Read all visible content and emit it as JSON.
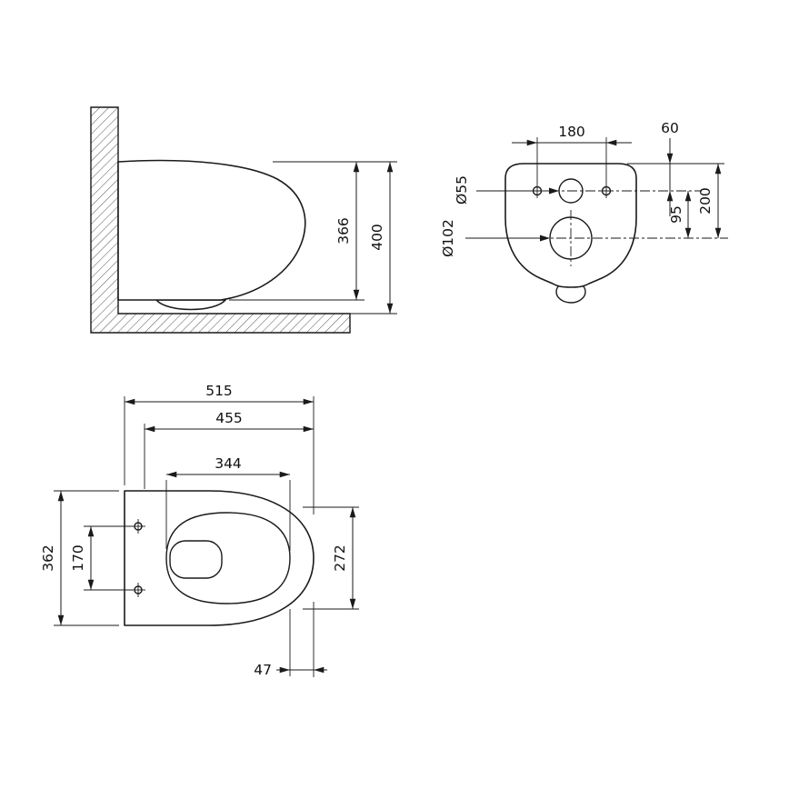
{
  "colors": {
    "line": "#1a1a1a",
    "background": "#ffffff"
  },
  "side_view": {
    "d366": "366",
    "d400": "400"
  },
  "rear_view": {
    "d180": "180",
    "d60": "60",
    "d55": "Ø55",
    "d95": "95",
    "d200": "200",
    "d102": "Ø102"
  },
  "top_view": {
    "d515": "515",
    "d455": "455",
    "d344": "344",
    "d362": "362",
    "d170": "170",
    "d272": "272",
    "d47": "47"
  }
}
